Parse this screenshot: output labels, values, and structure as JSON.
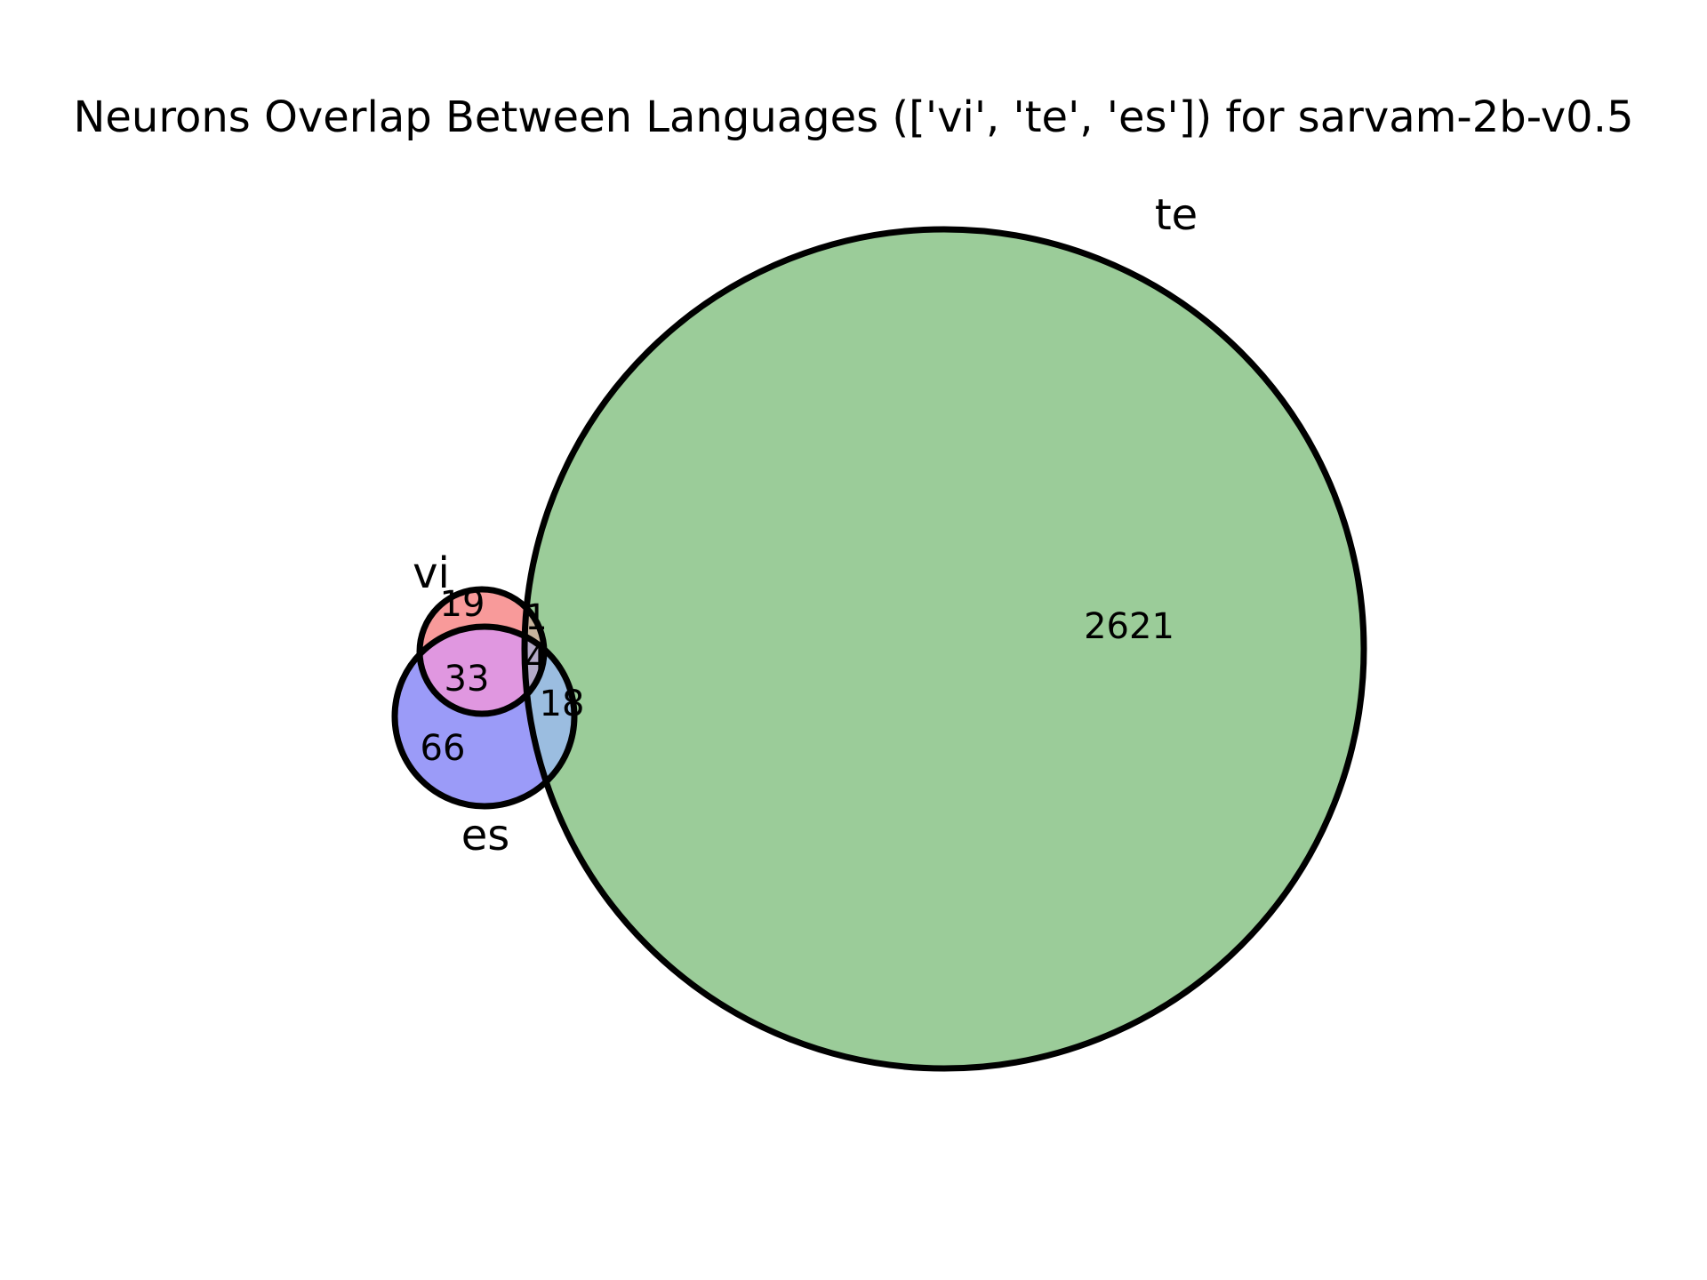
{
  "title": "Neurons Overlap Between Languages (['vi', 'te', 'es']) for sarvam-2b-v0.5",
  "sets": {
    "vi": {
      "label": "vi"
    },
    "te": {
      "label": "te"
    },
    "es": {
      "label": "es"
    }
  },
  "regions": {
    "vi_only": "19",
    "te_only": "2621",
    "es_only": "66",
    "vi_es": "33",
    "te_es": "18",
    "vi_te": "1",
    "vi_te_es": "4"
  },
  "colors": {
    "vi": "#f89a9a",
    "te": "#9bcc99",
    "es": "#9b9bf8",
    "vi_es": "#e097e0",
    "te_es": "#9bbde0",
    "vi_te": "#c8b49e",
    "vi_te_es": "#b4aac8",
    "outline": "#000000"
  }
}
